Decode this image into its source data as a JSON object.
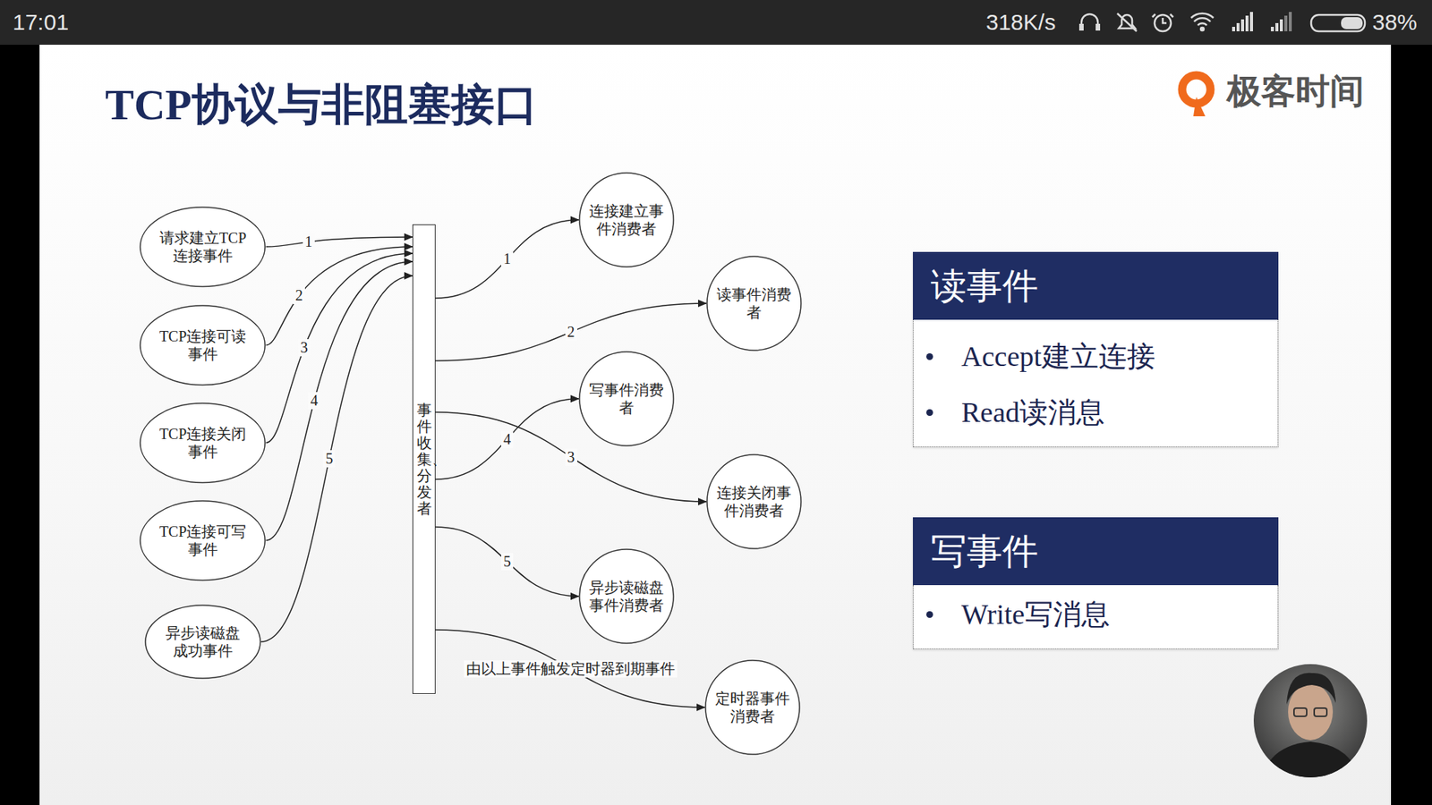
{
  "diagram": {
    "title": "TCP协议与非阻塞接口",
    "nodes": [
      {
        "text": [
          "请求建立TCP连接事件"
        ]
      },
      {
        "text": [
          "TCP连接可读事件"
        ]
      },
      {
        "text": [
          "TCP连接关闭事件"
        ]
      },
      {
        "text": [
          "TCP连接可写事件"
        ]
      },
      {
        "text": [
          "异步读磁盘成功事件"
        ]
      },
      {
        "text": [
          "事件收集、分发者"
        ]
      },
      {
        "text": [
          "连接建立事件消费者"
        ]
      },
      {
        "text": [
          "读事件消费者"
        ]
      },
      {
        "text": [
          "写事件消费者"
        ]
      },
      {
        "text": [
          "连接关闭事件消费者"
        ]
      },
      {
        "text": [
          "异步读磁盘事件消费者"
        ]
      },
      {
        "text": [
          "定时器事件消费者"
        ]
      },
      {
        "text": [
          "读事件",
          "Accept建立连接",
          "Read读消息"
        ]
      },
      {
        "text": [
          "写事件",
          "Write写消息"
        ]
      }
    ],
    "edges": [
      {
        "from": 0,
        "to": 5,
        "label": "1",
        "arrow": "to"
      },
      {
        "from": 1,
        "to": 5,
        "label": "2",
        "arrow": "to"
      },
      {
        "from": 2,
        "to": 5,
        "label": "3",
        "arrow": "to"
      },
      {
        "from": 3,
        "to": 5,
        "label": "4",
        "arrow": "to"
      },
      {
        "from": 4,
        "to": 5,
        "label": "5",
        "arrow": "to"
      },
      {
        "from": 5,
        "to": 6,
        "label": "1",
        "arrow": "to"
      },
      {
        "from": 5,
        "to": 7,
        "label": "2",
        "arrow": "to"
      },
      {
        "from": 5,
        "to": 8,
        "label": "4",
        "arrow": "to"
      },
      {
        "from": 5,
        "to": 9,
        "label": "3",
        "arrow": "to"
      },
      {
        "from": 5,
        "to": 10,
        "label": "5",
        "arrow": "to"
      },
      {
        "from": 5,
        "to": 11,
        "label": "由以上事件触发定时器到期事件",
        "arrow": "to"
      }
    ],
    "labels": [
      "17:01",
      "318K/s",
      "38%",
      "极客时间"
    ]
  }
}
